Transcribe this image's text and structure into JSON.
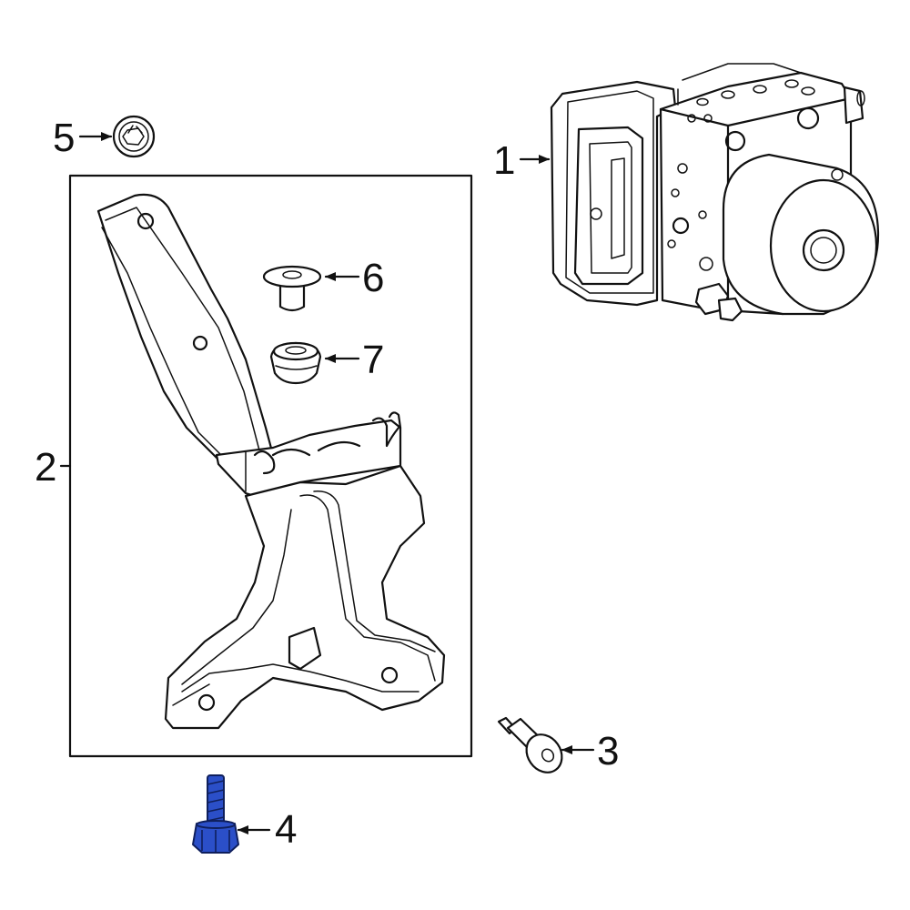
{
  "callouts": {
    "part_1": "1",
    "part_2": "2",
    "part_3": "3",
    "part_4": "4",
    "part_5": "5",
    "part_6": "6",
    "part_7": "7"
  },
  "colors": {
    "line": "#111111",
    "highlight_part": "#2b4fc8",
    "highlight_outline": "#0f1f5c",
    "background": "#ffffff"
  },
  "highlighted_part": "4"
}
